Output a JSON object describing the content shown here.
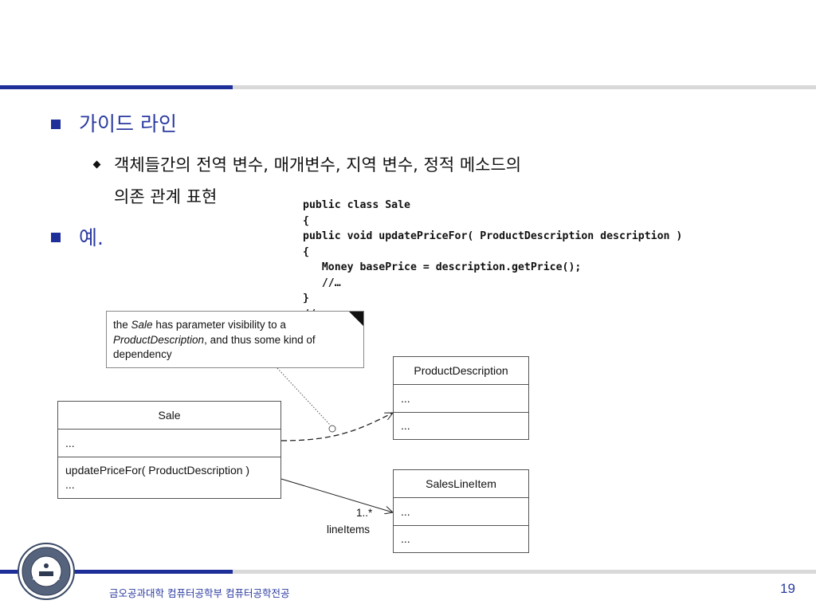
{
  "slide": {
    "heading1": "가이드 라인",
    "sub1_line1": "객체들간의 전역 변수, 매개변수, 지역 변수, 정적 메소드의",
    "sub1_line2": "의존 관계 표현",
    "heading2": "예.",
    "footer": "금오공과대학 컴퓨터공학부 컴퓨터공학전공",
    "page_number": "19"
  },
  "code": {
    "lines": [
      "public class Sale",
      "{",
      "public void updatePriceFor( ProductDescription description )",
      "{",
      "   Money basePrice = description.getPrice();",
      "   //…",
      "}",
      "//"
    ]
  },
  "note": {
    "prefix": "the ",
    "class1": "Sale",
    "mid": " has parameter visibility to a ",
    "class2": "ProductDescription",
    "suffix": ", and thus some kind of dependency"
  },
  "classes": {
    "sale": {
      "name": "Sale",
      "attributes": "...",
      "method": "updatePriceFor( ProductDescription )",
      "method2": "..."
    },
    "product_description": {
      "name": "ProductDescription",
      "attributes": "...",
      "operations": "..."
    },
    "sales_line_item": {
      "name": "SalesLineItem",
      "attributes": "...",
      "operations": "..."
    }
  },
  "association": {
    "multiplicity": "1..*",
    "role": "lineItems"
  },
  "colors": {
    "accent_blue": "#1f2f9a",
    "rule_gray": "#d9d9d9",
    "text_blue": "#2a3aa0"
  }
}
